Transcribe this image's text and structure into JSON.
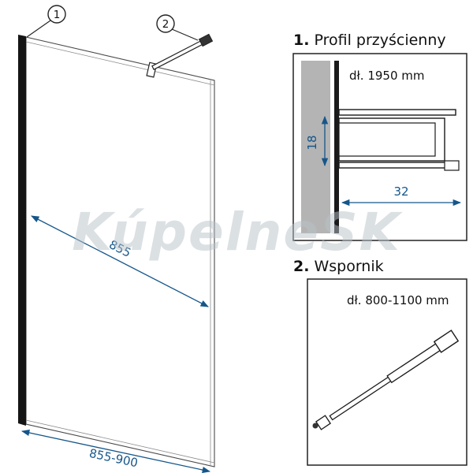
{
  "watermark": "KúpelneSK",
  "drawing": {
    "callout_1": "1",
    "callout_2": "2",
    "width_dim": "855",
    "bottom_dim": "855-900"
  },
  "detail_profile": {
    "num": "1.",
    "title": "Profil przyścienny",
    "length_label": "dł. 1950 mm",
    "height_dim": "18",
    "depth_dim": "32"
  },
  "detail_bracket": {
    "num": "2.",
    "title": "Wspornik",
    "length_label": "dł. 800-1100 mm"
  },
  "colors": {
    "dimension_blue": "#15568a",
    "line_black": "#1a1a1a",
    "wall_gray": "#b4b4b4",
    "watermark_gray": "#b9c2c9"
  }
}
